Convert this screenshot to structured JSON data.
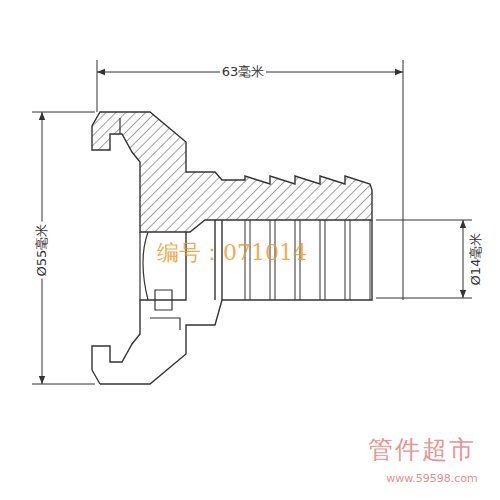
{
  "diagram": {
    "labels": [
      "63毫米",
      "Ø55毫米",
      "Ø14毫米",
      "编号：071014",
      "管件超市",
      "www.59598.com"
    ]
  }
}
